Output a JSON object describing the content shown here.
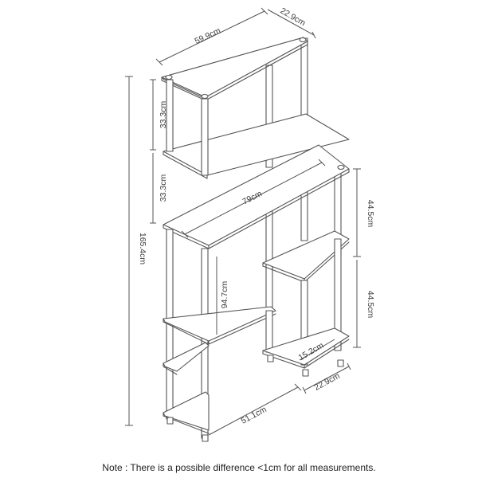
{
  "dimensions": {
    "top_width": "59.9cm",
    "top_depth": "22.9cm",
    "upper_gap_1": "33.3cm",
    "upper_gap_2": "33.3cm",
    "total_height": "165.4cm",
    "desk_width": "79cm",
    "desk_height": "94.7cm",
    "lower_width": "51.1cm",
    "side_gap_1": "44.5cm",
    "side_gap_2": "44.5cm",
    "side_shelf_depth": "15.2cm",
    "side_base_depth": "22.9cm"
  },
  "note": "Note : There is a possible difference <1cm for all measurements.",
  "colors": {
    "line": "#555555",
    "panel": "#ffffff",
    "text": "#3a3a3a"
  }
}
